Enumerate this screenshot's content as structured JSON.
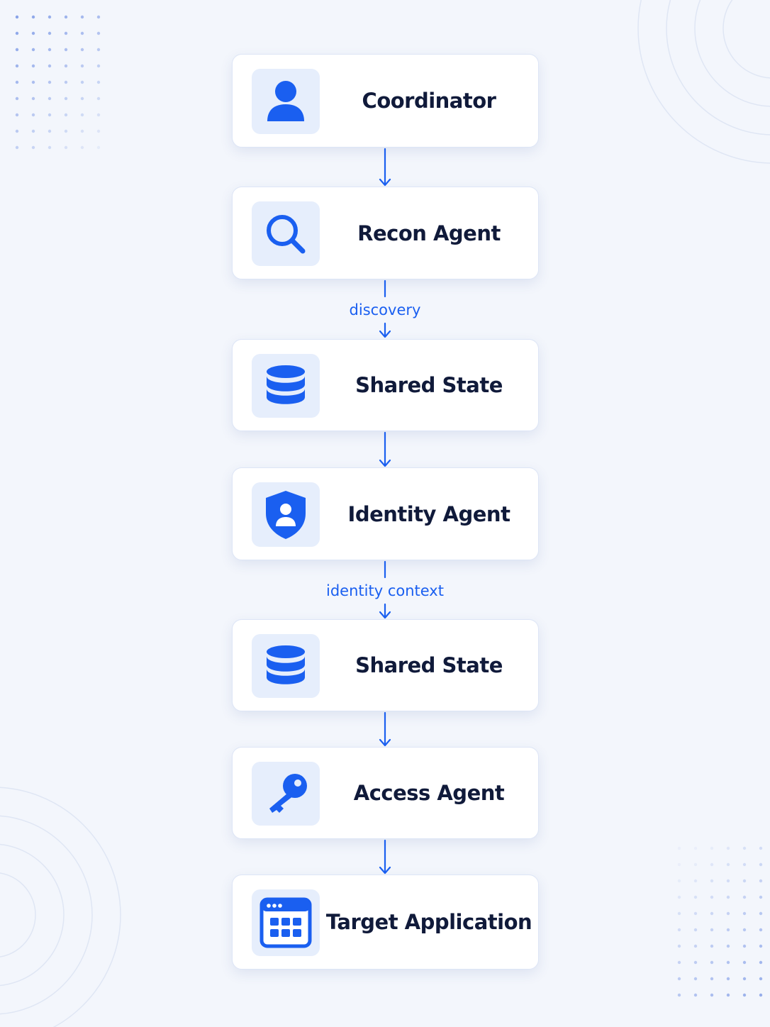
{
  "diagram": {
    "accent_color": "#1a5ff0",
    "nodes": [
      {
        "id": "coordinator",
        "label": "Coordinator",
        "icon": "user-icon"
      },
      {
        "id": "recon",
        "label": "Recon Agent",
        "icon": "search-icon"
      },
      {
        "id": "shared-state-1",
        "label": "Shared State",
        "icon": "database-icon"
      },
      {
        "id": "identity",
        "label": "Identity Agent",
        "icon": "shield-user-icon"
      },
      {
        "id": "shared-state-2",
        "label": "Shared State",
        "icon": "database-icon"
      },
      {
        "id": "access",
        "label": "Access Agent",
        "icon": "key-icon"
      },
      {
        "id": "target",
        "label": "Target Application",
        "icon": "app-grid-icon"
      }
    ],
    "edges": [
      {
        "from": "coordinator",
        "to": "recon",
        "label": ""
      },
      {
        "from": "recon",
        "to": "shared-state-1",
        "label": "discovery"
      },
      {
        "from": "shared-state-1",
        "to": "identity",
        "label": ""
      },
      {
        "from": "identity",
        "to": "shared-state-2",
        "label": "identity context"
      },
      {
        "from": "shared-state-2",
        "to": "access",
        "label": ""
      },
      {
        "from": "access",
        "to": "target",
        "label": ""
      }
    ]
  }
}
